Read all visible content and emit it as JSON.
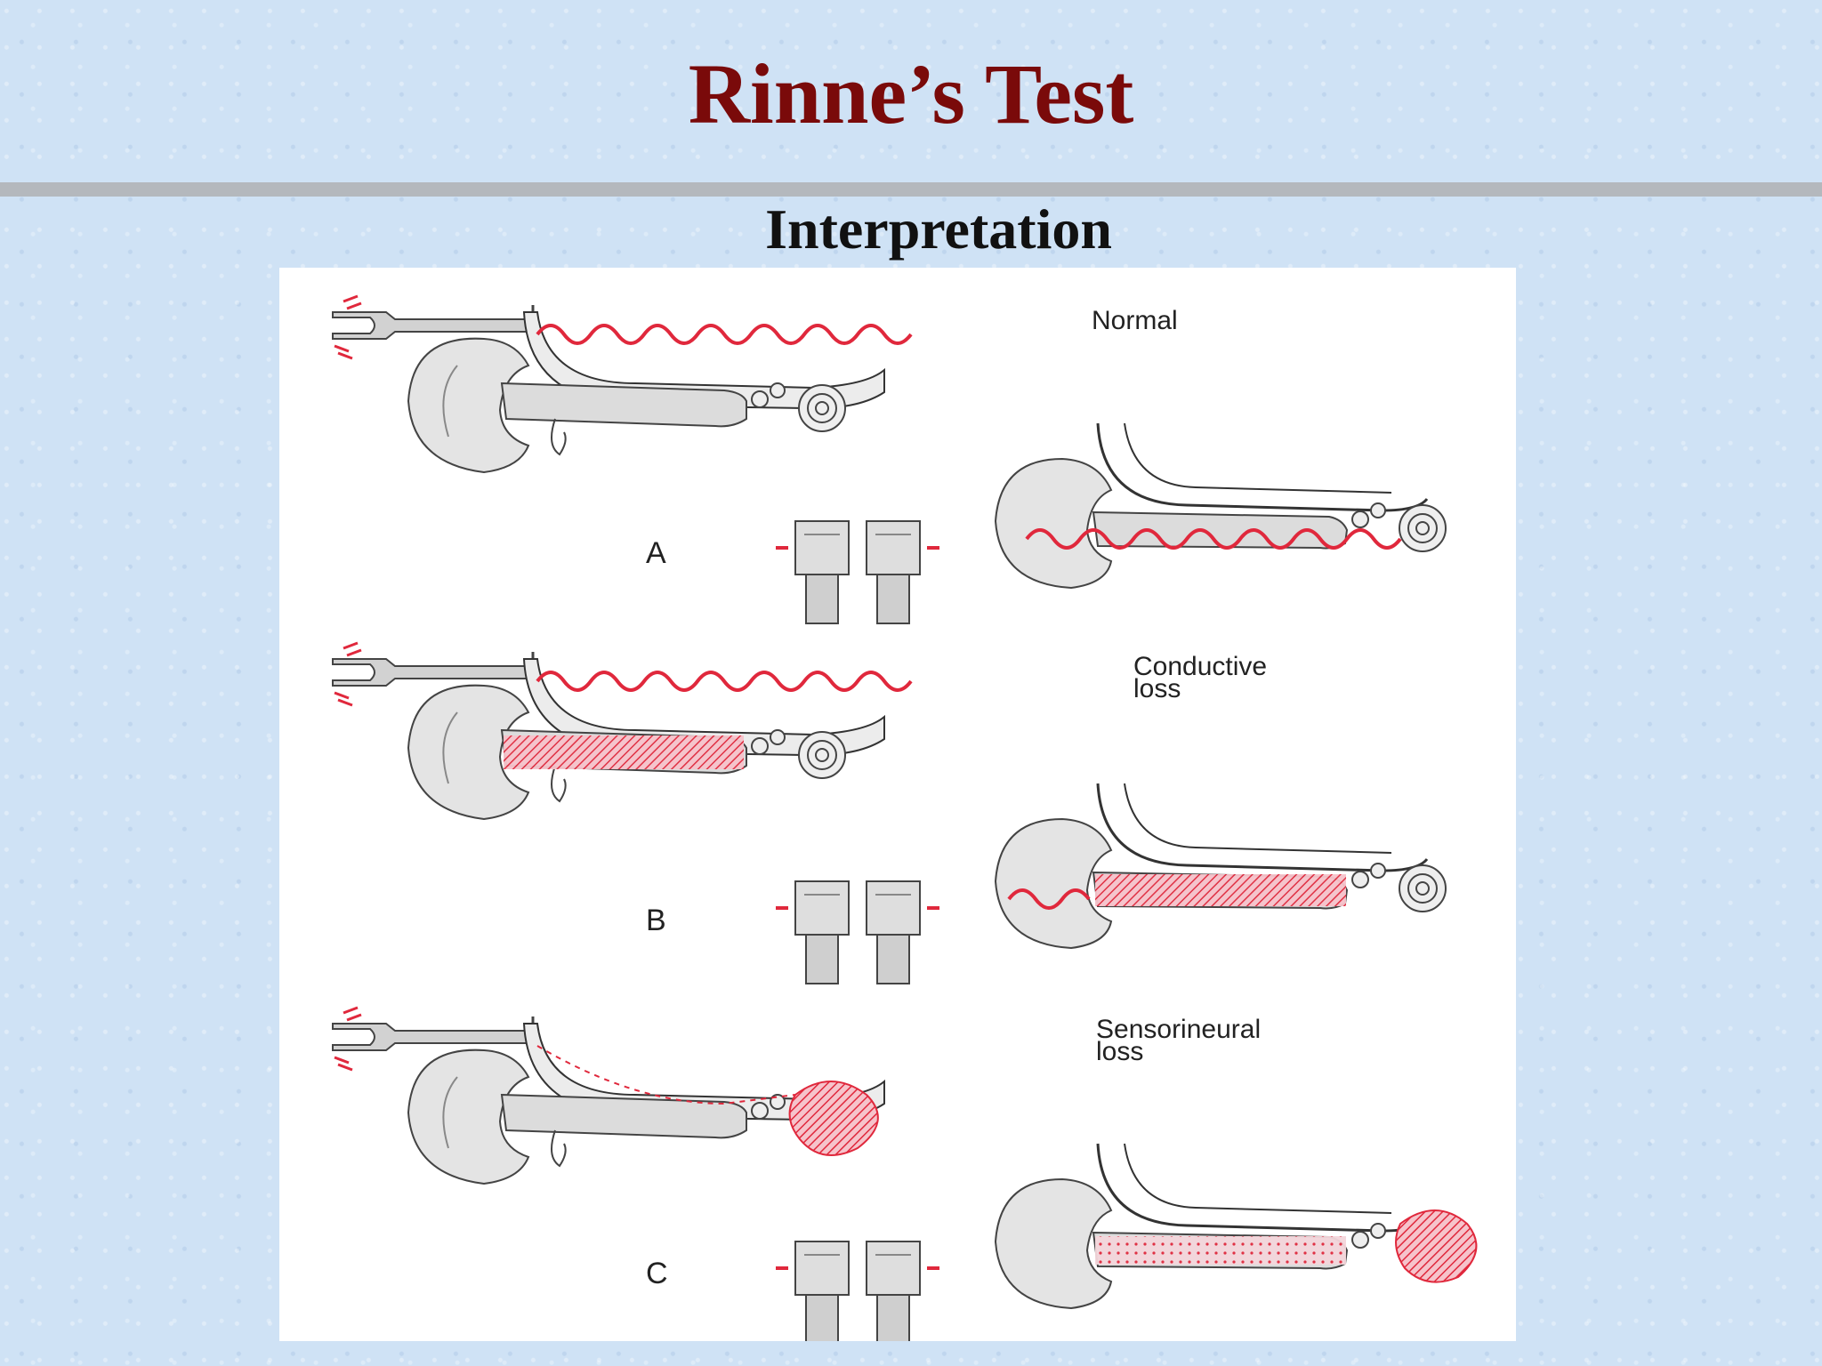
{
  "slide": {
    "title": "Rinne’s Test",
    "subtitle": "Interpretation"
  },
  "figure": {
    "panels": [
      {
        "letter": "A",
        "label_lines": [
          "Normal"
        ]
      },
      {
        "letter": "B",
        "label_lines": [
          "Conductive",
          "loss"
        ]
      },
      {
        "letter": "C",
        "label_lines": [
          "Sensorineural",
          "loss"
        ]
      }
    ]
  },
  "colors": {
    "title": "#7a0a0a",
    "wave": "#e0283c",
    "rule": "#b4b8bd"
  }
}
